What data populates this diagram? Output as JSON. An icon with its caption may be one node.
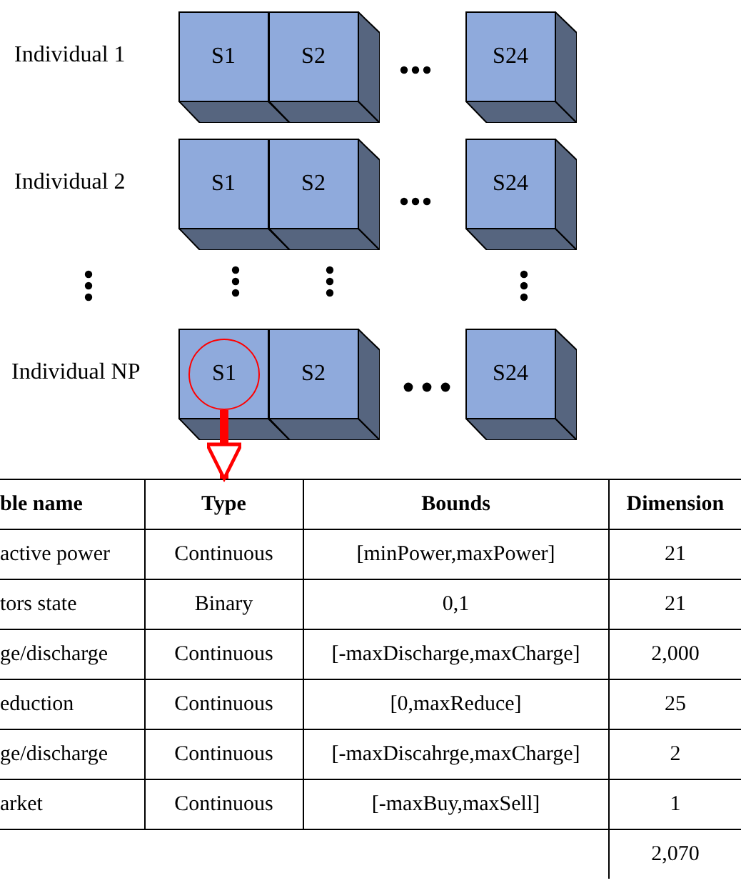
{
  "diagram": {
    "nodes": [
      {
        "text": [
          "S1"
        ]
      },
      {
        "text": [
          "S2"
        ]
      },
      {
        "text": [
          "S24"
        ]
      },
      {
        "text": [
          "S1"
        ]
      },
      {
        "text": [
          "S2"
        ]
      },
      {
        "text": [
          "S24"
        ]
      },
      {
        "text": [],
        "shape": "cube"
      },
      {
        "text": [
          "S1"
        ],
        "in": 6
      },
      {
        "text": [
          "S2"
        ]
      },
      {
        "text": [
          "S24"
        ]
      },
      {
        "text": [],
        "shape": "table"
      }
    ],
    "edges": [
      {
        "from": 7,
        "to": 10,
        "arrow": "to",
        "color": "#ff0000"
      }
    ],
    "labels": [
      "Individual 1",
      "Individual 2",
      "Individual NP",
      "ble name",
      "Type",
      "Bounds",
      "Dimension",
      "active power",
      "Continuous",
      "[minPower,maxPower]",
      "21",
      "tors state",
      "Binary",
      "0,1",
      "21",
      "ge/discharge",
      "Continuous",
      "[-maxDischarge,maxCharge]",
      "2,000",
      "eduction",
      "Continuous",
      "[0,maxReduce]",
      "25",
      "ge/discharge",
      "Continuous",
      "[-maxDiscahrge,maxCharge]",
      "2",
      "arket",
      "Continuous",
      "[-maxBuy,maxSell]",
      "1",
      "2,070"
    ]
  }
}
